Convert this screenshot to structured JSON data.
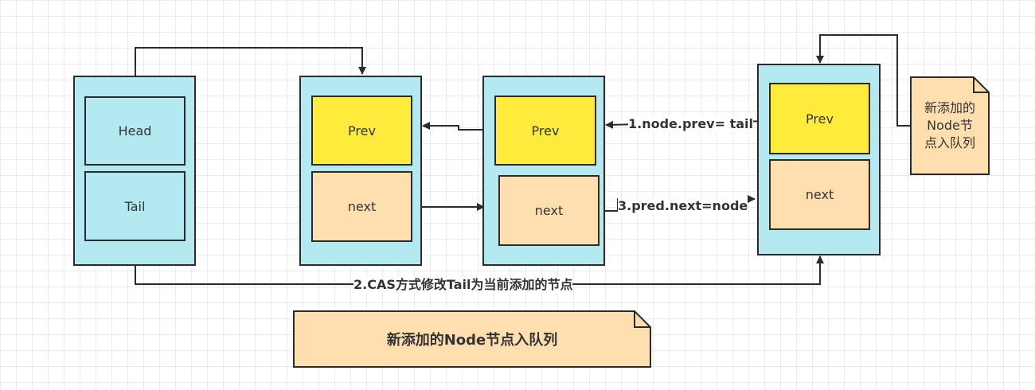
{
  "nodes": {
    "head_tail": {
      "head": "Head",
      "tail": "Tail"
    },
    "node1": {
      "prev": "Prev",
      "next": "next"
    },
    "node2": {
      "prev": "Prev",
      "next": "next"
    },
    "new_node": {
      "prev": "Prev",
      "next": "next"
    }
  },
  "labels": {
    "step1": "1.node.prev= tail",
    "step2": "2.CAS方式修改Tail为当前添加的节点",
    "step3": "3.pred.next=node"
  },
  "notes": {
    "side_line1": "新添加的",
    "side_line2": "Node节",
    "side_line3": "点入队列",
    "caption": "新添加的Node节点入队列"
  },
  "colors": {
    "node_bg": "#b4e9f1",
    "prev_cell": "#ffeb3b",
    "next_cell": "#ffdfb0",
    "note_bg": "#ffdfb0",
    "line": "#2b2b2b"
  }
}
